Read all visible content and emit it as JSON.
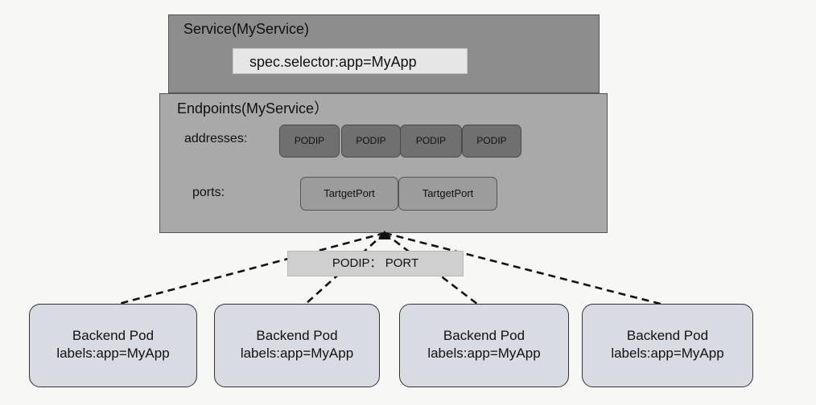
{
  "service": {
    "title": "Service(MyService)",
    "selector": "spec.selector:app=MyApp"
  },
  "endpoints": {
    "title": "Endpoints(MyService）",
    "addresses_label": "addresses:",
    "addresses": [
      "PODIP",
      "PODIP",
      "PODIP",
      "PODIP"
    ],
    "ports_label": "ports:",
    "ports": [
      "TartgetPort",
      "TartgetPort"
    ]
  },
  "connector": {
    "label": "PODIP： PORT"
  },
  "pods": [
    {
      "name": "Backend Pod",
      "labels": "labels:app=MyApp"
    },
    {
      "name": "Backend Pod",
      "labels": "labels:app=MyApp"
    },
    {
      "name": "Backend Pod",
      "labels": "labels:app=MyApp"
    },
    {
      "name": "Backend Pod",
      "labels": "labels:app=MyApp"
    }
  ],
  "colors": {
    "service_bg": "#8d8d8d",
    "endpoints_bg": "#a9a9a9",
    "podip_chip": "#707070",
    "port_chip": "#9c9c9c",
    "pod_bg": "#d9dbe3"
  }
}
